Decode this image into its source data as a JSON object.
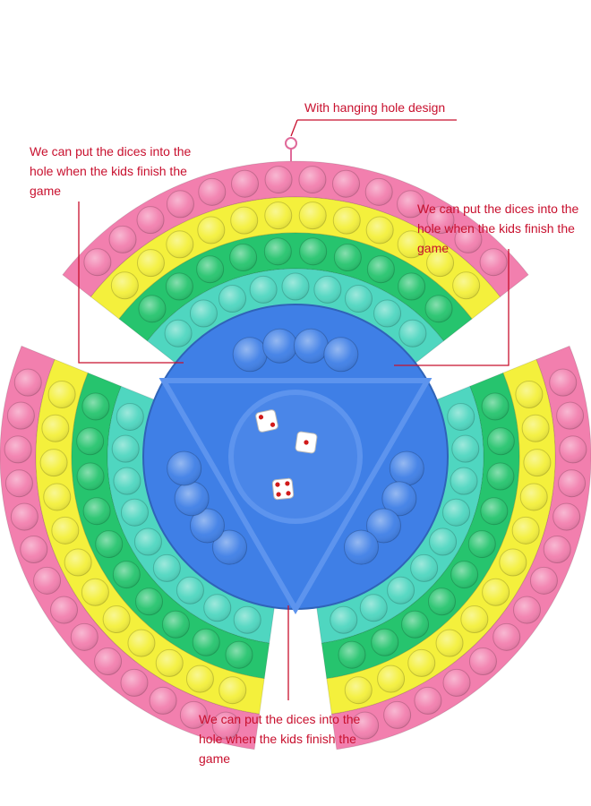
{
  "colors": {
    "pink": "#f27fae",
    "yellow": "#f4f03c",
    "green": "#26c46e",
    "teal": "#4fd6c0",
    "blue": "#3f7fe6",
    "annotation": "#c8102e"
  },
  "callouts": {
    "hanging_hole": "With hanging hole design",
    "dice_hole_left": [
      "We can put the dices into the",
      "hole when the kids finish the",
      "game"
    ],
    "dice_hole_right": [
      "We can put the dices into the",
      "hole when the kids finish the",
      "game"
    ],
    "dice_hole_bottom": [
      "We can put the dices into the",
      "hole when the kids finish the",
      "game"
    ]
  },
  "dice": [
    {
      "name": "die-two",
      "pips": 2
    },
    {
      "name": "die-one",
      "pips": 1
    },
    {
      "name": "die-four",
      "pips": 4
    }
  ]
}
